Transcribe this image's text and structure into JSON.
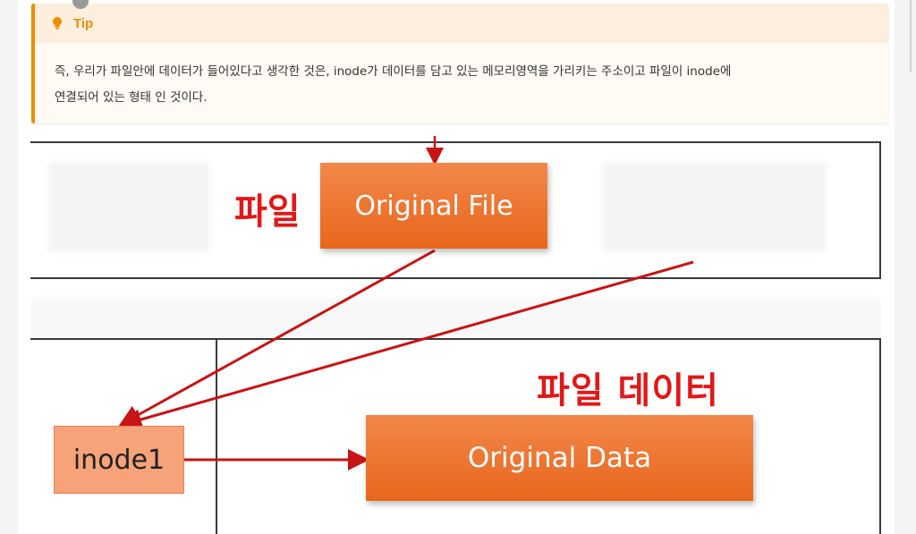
{
  "tip": {
    "title": "Tip",
    "icon": "lightbulb-icon",
    "text_line1": "즉, 우리가 파일안에 데이터가 들어있다고 생각한 것은, inode가 데이터를 담고 있는 메모리영역을 가리키는 주소이고 파일이 inode에",
    "text_line2": "연결되어 있는 형태 인 것이다."
  },
  "diagram": {
    "file_label": "파일",
    "file_box": "Original File",
    "data_label": "파일 데이터",
    "data_box": "Original Data",
    "inode_box": "inode1"
  },
  "colors": {
    "accent": "#f08c00",
    "box_orange": "#ec7a30",
    "label_red": "#e21818",
    "arrow_red": "#c81414"
  }
}
